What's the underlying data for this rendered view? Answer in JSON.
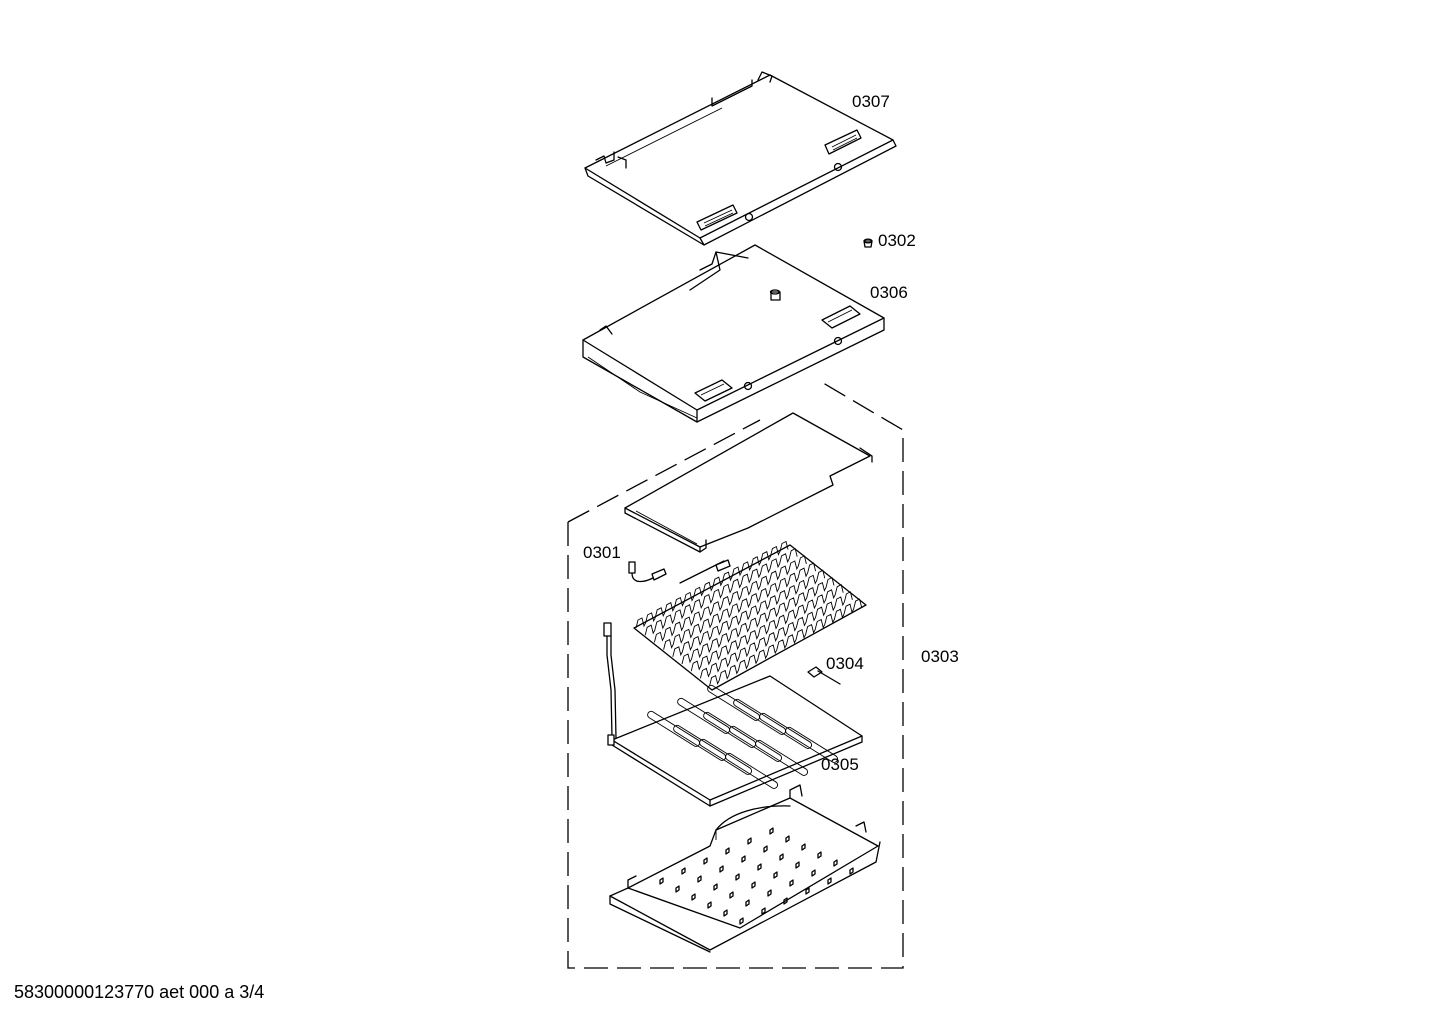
{
  "diagram": {
    "parts": [
      {
        "id": "0307"
      },
      {
        "id": "0302"
      },
      {
        "id": "0306"
      },
      {
        "id": "0301"
      },
      {
        "id": "0304"
      },
      {
        "id": "0303"
      },
      {
        "id": "0305"
      }
    ]
  },
  "footer": {
    "text": "58300000123770 aet 000 a 3/4"
  }
}
